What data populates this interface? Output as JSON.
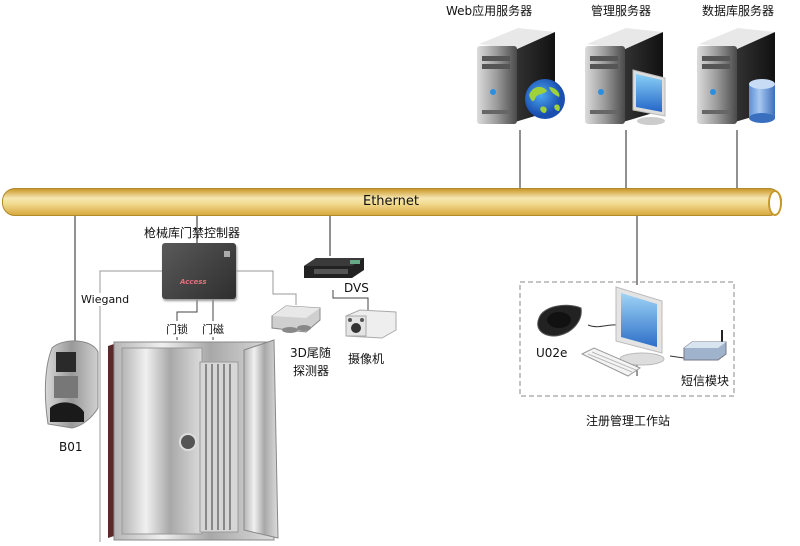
{
  "network": {
    "bus_label": "Ethernet"
  },
  "servers": [
    {
      "label": "Web应用服务器",
      "icon": "globe-icon"
    },
    {
      "label": "管理服务器",
      "icon": "monitor-icon"
    },
    {
      "label": "数据库服务器",
      "icon": "database-icon"
    }
  ],
  "controller": {
    "label": "枪械库门禁控制器",
    "brand": "Access"
  },
  "dvs": {
    "label": "DVS"
  },
  "detector": {
    "label_line1": "3D尾随",
    "label_line2": "探测器"
  },
  "camera": {
    "label": "摄像机"
  },
  "door_signals": {
    "door_lock": "门锁",
    "door_sensor": "门磁"
  },
  "reader": {
    "label": "B01",
    "interface": "Wiegand"
  },
  "workstation": {
    "label": "注册管理工作站",
    "enroll_device": "U02e",
    "sms_module": "短信模块"
  },
  "colors": {
    "bus": "#e0b648",
    "bus_highlight": "#f8ecc0",
    "wire_dark": "#222222",
    "wire_light": "#999999",
    "dash_box": "#888888"
  }
}
